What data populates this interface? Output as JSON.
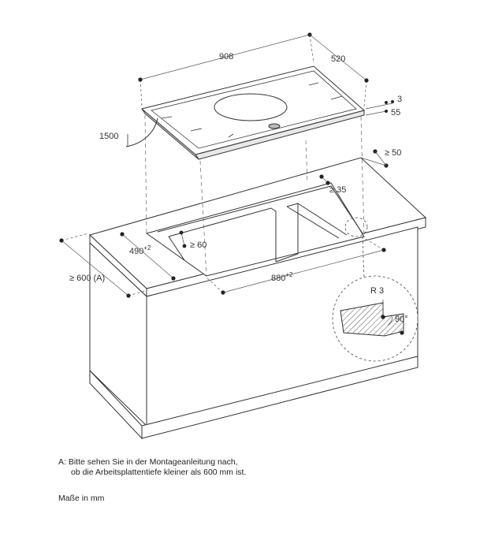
{
  "dimensions": {
    "hob_width": "908",
    "hob_depth": "520",
    "hob_thickness": "3",
    "hob_height": "55",
    "cable_length": "1500",
    "min_rear_distance": "≥ 50",
    "min_side_distance": "≥ 35",
    "min_front_distance": "≥ 60",
    "cutout_depth": "490",
    "cutout_depth_tol": "+2",
    "cutout_width": "880",
    "cutout_width_tol": "+2",
    "worktop_depth": "≥ 600 (A)",
    "corner_radius": "R 3",
    "edge_angle": "90°"
  },
  "notes": {
    "a_prefix": "A:",
    "a_line1": "Bitte sehen Sie in der Montageanleitung nach,",
    "a_line2": "ob die Arbeitsplattentiefe kleiner als 600 mm ist.",
    "units": "Maße in mm"
  }
}
